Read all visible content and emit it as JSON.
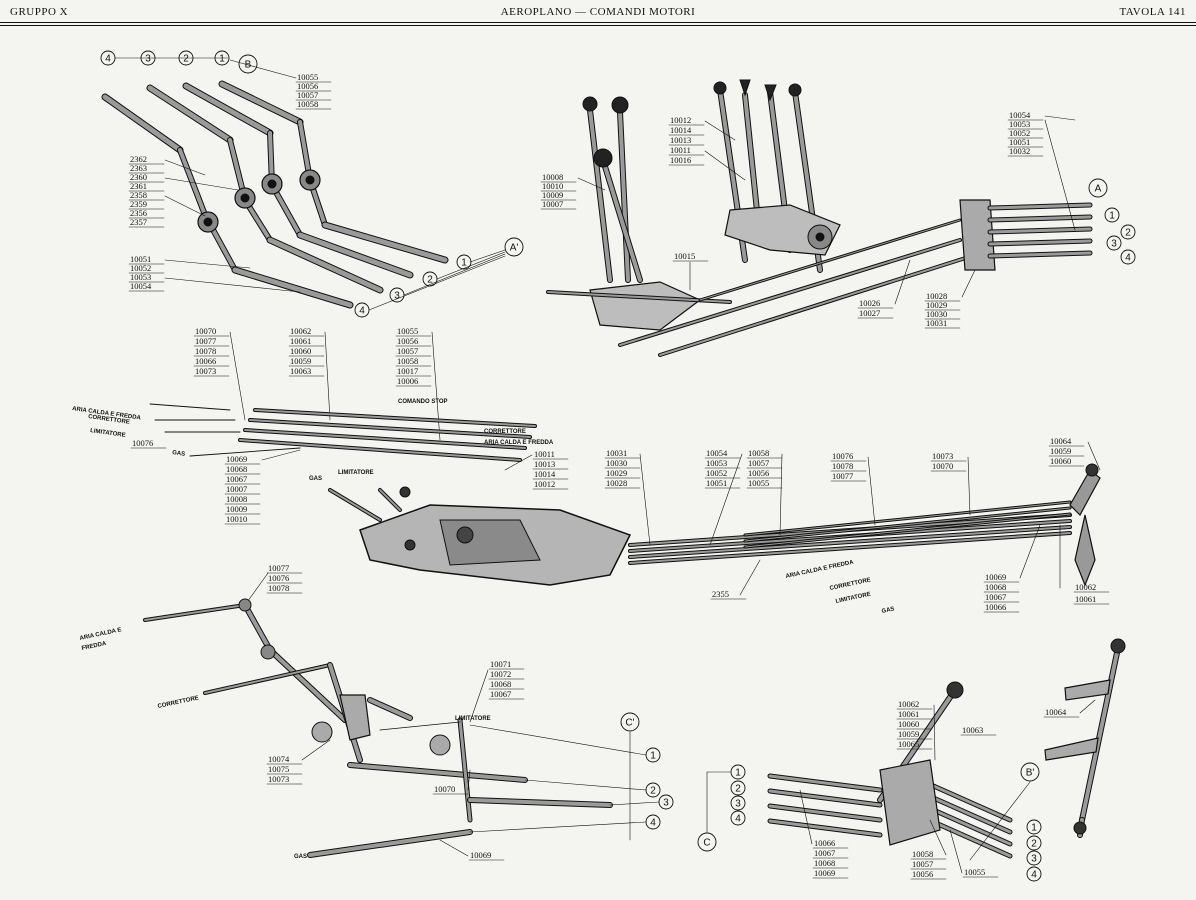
{
  "header": {
    "left": "GRUPPO X",
    "center": "AEROPLANO — COMANDI MOTORI",
    "right": "TAVOLA 141"
  },
  "markers": {
    "one": "1",
    "two": "2",
    "three": "3",
    "four": "4",
    "A": "A",
    "A_prime": "A'",
    "B": "B",
    "B_prime": "B'",
    "C": "C",
    "C_prime": "C'"
  },
  "labels": {
    "aria_calda_fredda": "ARIA CALDA E FREDDA",
    "aria_calda_e": "ARIA CALDA E",
    "fredda": "FREDDA",
    "correttore": "CORRETTORE",
    "limitatore": "LIMITATORE",
    "gas": "GAS",
    "comando_stop": "COMANDO STOP"
  },
  "groups": {
    "b_top": [
      "10055",
      "10056",
      "10057",
      "10058"
    ],
    "b_left": [
      "2362",
      "2363",
      "2360",
      "2361",
      "2358",
      "2359",
      "2356",
      "2357"
    ],
    "a_prime": [
      "10051",
      "10052",
      "10053",
      "10054"
    ],
    "mid_left_levers": [
      "10008",
      "10010",
      "10009",
      "10007"
    ],
    "mid_left_upper": [
      "10012",
      "10014",
      "10013",
      "10011",
      "10016"
    ],
    "mid_015": [
      "10015"
    ],
    "a_right": [
      "10054",
      "10053",
      "10052",
      "10051",
      "10032"
    ],
    "a_bottom_a": [
      "10026",
      "10027"
    ],
    "a_bottom_b": [
      "10028",
      "10029",
      "10030",
      "10031"
    ],
    "c_left1": [
      "10070",
      "10077",
      "10078",
      "10066",
      "10073"
    ],
    "c_left2": [
      "10062",
      "10061",
      "10060",
      "10059",
      "10063"
    ],
    "c_left3": [
      "10055",
      "10056",
      "10057",
      "10058",
      "10017",
      "10006"
    ],
    "c_076": [
      "10076"
    ],
    "c_lower": [
      "10069",
      "10068",
      "10067",
      "10007",
      "10008",
      "10009",
      "10010"
    ],
    "c_right_corr": [
      "10011",
      "10013",
      "10014",
      "10012"
    ],
    "pipe1": [
      "10031",
      "10030",
      "10029",
      "10028"
    ],
    "pipe2": [
      "10054",
      "10053",
      "10052",
      "10051"
    ],
    "pipe3": [
      "10058",
      "10057",
      "10056",
      "10055"
    ],
    "pipe4": [
      "10076",
      "10078",
      "10077"
    ],
    "pipe5": [
      "10073",
      "10070"
    ],
    "right_end": [
      "10064",
      "10059",
      "10060"
    ],
    "right_low": [
      "10069",
      "10068",
      "10067",
      "10066"
    ],
    "right_low2": [
      "10062",
      "10061"
    ],
    "pipe_2355": [
      "2355"
    ],
    "c_prime_top": [
      "10077",
      "10076",
      "10078"
    ],
    "c_prime_mid": [
      "10071",
      "10072",
      "10068",
      "10067"
    ],
    "c_prime_low": [
      "10074",
      "10075",
      "10073"
    ],
    "c_prime_070": [
      "10070"
    ],
    "c_prime_069": [
      "10069"
    ],
    "b_prime_top": [
      "10062",
      "10061",
      "10060",
      "10059",
      "10065"
    ],
    "b_prime_063": [
      "10063"
    ],
    "b_prime_low": [
      "10066",
      "10067",
      "10068",
      "10069"
    ],
    "b_prime_low2": [
      "10058",
      "10057",
      "10056"
    ],
    "b_prime_055": [
      "10055"
    ],
    "pedal": [
      "10064"
    ]
  },
  "colors": {
    "ink": "#111111",
    "paper": "#f4f4f1",
    "metal": "#7a7a7a"
  }
}
